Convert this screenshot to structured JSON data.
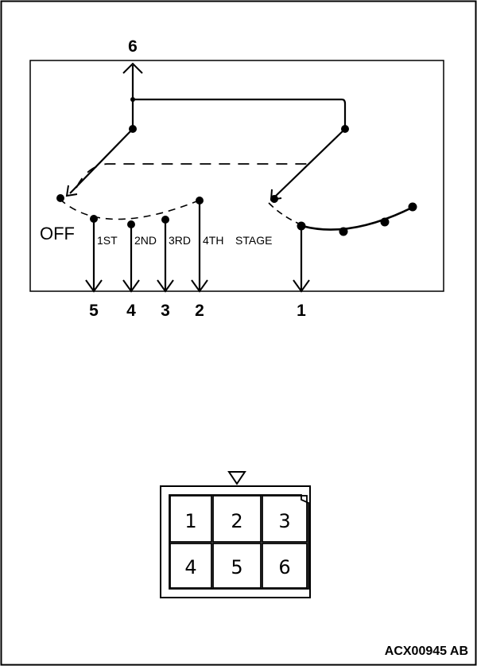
{
  "switch": {
    "terminal_top": "6",
    "off_label": "OFF",
    "stage_labels": [
      "1ST",
      "2ND",
      "3RD",
      "4TH",
      "STAGE"
    ],
    "bottom_terminals": [
      "5",
      "4",
      "3",
      "2",
      "1"
    ]
  },
  "connector": {
    "cavities": [
      "1",
      "2",
      "3",
      "4",
      "5",
      "6"
    ]
  },
  "footer": {
    "code": "ACX00945 AB"
  }
}
